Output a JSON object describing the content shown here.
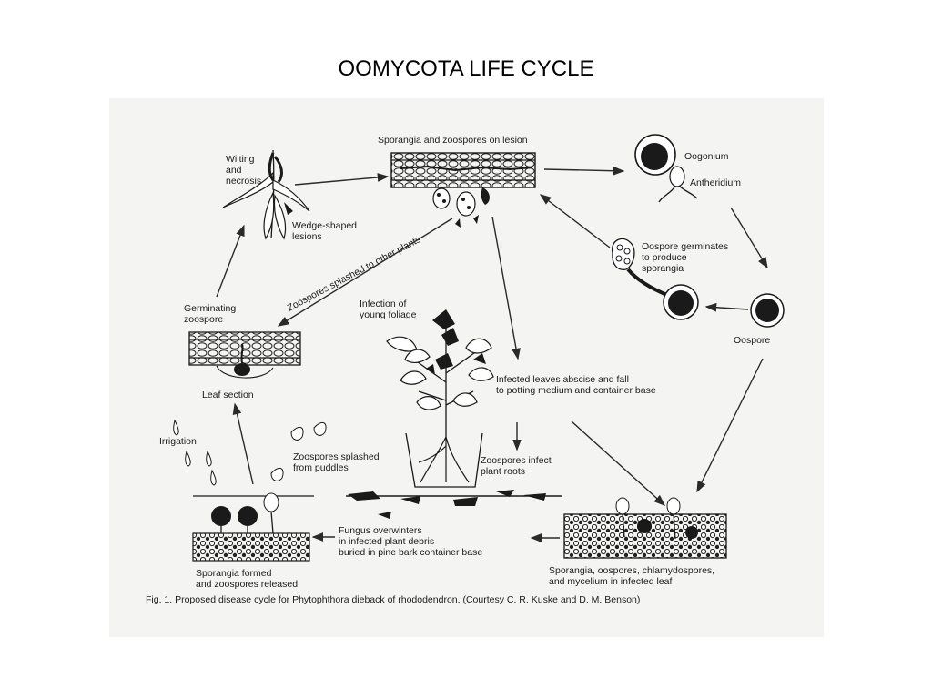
{
  "title": "OOMYCOTA LIFE CYCLE",
  "labels": {
    "wilting": [
      "Wilting",
      "and",
      "necrosis"
    ],
    "wedge": [
      "Wedge-shaped",
      "lesions"
    ],
    "sporangia_lesion": "Sporangia and zoospores on lesion",
    "oogonium": "Oogonium",
    "antheridium": "Antheridium",
    "oospore_germinates": [
      "Oospore germinates",
      "to produce",
      "sporangia"
    ],
    "oospore": "Oospore",
    "zoospores_splashed_plants": "Zoospores splashed to other plants",
    "germinating": [
      "Germinating",
      "zoospore"
    ],
    "leaf_section": "Leaf section",
    "infection_foliage": [
      "Infection of",
      "young foliage"
    ],
    "infected_leaves": [
      "Infected leaves abscise and fall",
      "to potting medium and container base"
    ],
    "irrigation": "Irrigation",
    "zoospores_puddles": [
      "Zoospores splashed",
      "from puddles"
    ],
    "zoospores_roots": [
      "Zoospores infect",
      "plant roots"
    ],
    "fungus_overwinters": [
      "Fungus overwinters",
      "in infected plant debris",
      "buried in pine bark container base"
    ],
    "sporangia_formed": [
      "Sporangia formed",
      "and zoospores released"
    ],
    "sporangia_oospores": [
      "Sporangia, oospores, chlamydospores,",
      "and mycelium in infected leaf"
    ]
  },
  "caption": "Fig. 1. Proposed disease cycle for Phytophthora dieback of rhododendron. (Courtesy C. R. Kuske and D. M. Benson)"
}
